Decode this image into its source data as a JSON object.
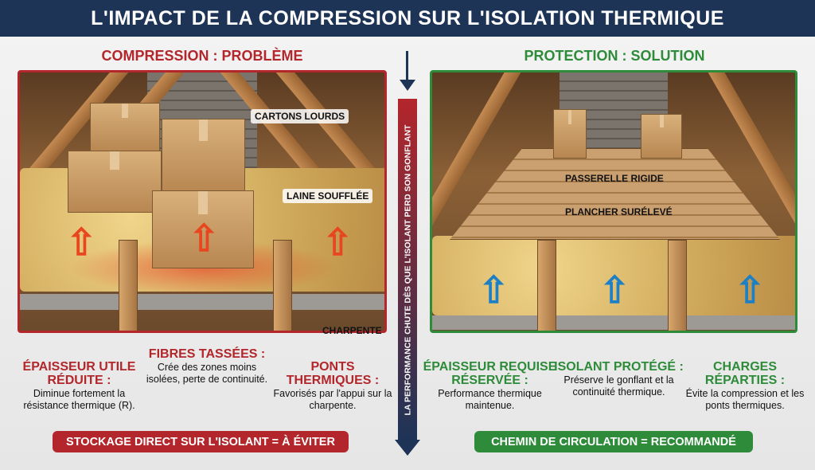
{
  "title": "L'IMPACT DE LA COMPRESSION SUR L'ISOLATION THERMIQUE",
  "left": {
    "heading": "COMPRESSION : PROBLÈME",
    "labels": {
      "boxes": "CARTONS LOURDS",
      "wool": "LAINE SOUFFLÉE",
      "frame": "CHARPENTE"
    },
    "items": [
      {
        "title": "ÉPAISSEUR UTILE RÉDUITE :",
        "text": "Diminue fortement la résistance thermique (R)."
      },
      {
        "title": "FIBRES TASSÉES :",
        "text": "Crée des zones moins isolées, perte de continuité."
      },
      {
        "title": "PONTS THERMIQUES :",
        "text": "Favorisés par l'appui sur la charpente."
      }
    ],
    "banner": "STOCKAGE DIRECT SUR L'ISOLANT = À ÉVITER"
  },
  "right": {
    "heading": "PROTECTION : SOLUTION",
    "labels": {
      "walkway": "PASSERELLE RIGIDE",
      "floor": "PLANCHER SURÉLEVÉ"
    },
    "items": [
      {
        "title": "ÉPAISSEUR REQUISE RÉSERVÉE :",
        "text": "Performance thermique maintenue."
      },
      {
        "title": "ISOLANT PROTÉGÉ :",
        "text": "Préserve le gonflant et la continuité thermique."
      },
      {
        "title": "CHARGES RÉPARTIES :",
        "text": "Évite la compression et les ponts thermiques."
      }
    ],
    "banner": "CHEMIN DE CIRCULATION = RECOMMANDÉ"
  },
  "divider": "LA PERFORMANCE CHUTE DÈS QUE L'ISOLANT PERD SON GONFLANT",
  "colors": {
    "navy": "#1d3457",
    "red": "#b3262b",
    "green": "#2e8b3a"
  }
}
